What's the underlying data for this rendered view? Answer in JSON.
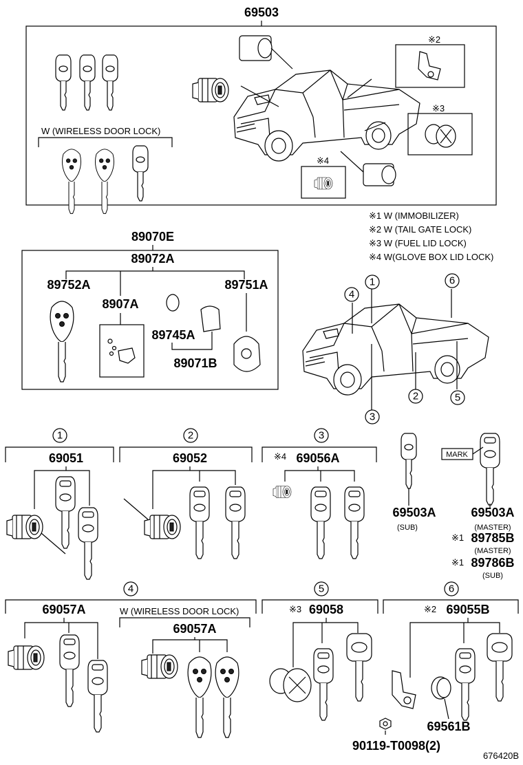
{
  "top_group": {
    "part_number": "69503",
    "wireless_label": "W (WIRELESS DOOR LOCK)",
    "callout_2": "※2",
    "callout_3": "※3",
    "callout_4": "※4"
  },
  "notes": [
    "※1 W (IMMOBILIZER)",
    "※2 W (TAIL GATE LOCK)",
    "※3 W (FUEL LID LOCK)",
    "※4 W(GLOVE BOX LID LOCK)"
  ],
  "remote_group": {
    "outer_part": "89070E",
    "inner_part": "89072A",
    "left_key": "89752A",
    "center_part": "8907A",
    "battery": "89745A",
    "right_fob": "89751A",
    "case_part": "89071B"
  },
  "truck_callouts": [
    "1",
    "2",
    "3",
    "4",
    "5",
    "6"
  ],
  "sets": [
    {
      "index": "1",
      "part": "69051",
      "prefix": ""
    },
    {
      "index": "2",
      "part": "69052",
      "prefix": ""
    },
    {
      "index": "3",
      "part": "69056A",
      "prefix": "※4"
    }
  ],
  "loose_keys": {
    "sub_part": "69503A",
    "sub_label": "(SUB)",
    "master_part": "69503A",
    "master_label": "(MASTER)",
    "mark_label": "MARK",
    "transponder_master": "89785B",
    "transponder_master_label": "(MASTER)",
    "transponder_sub": "89786B",
    "transponder_sub_label": "(SUB)",
    "transponder_prefix": "※1"
  },
  "bottom_sets": {
    "set4_index": "4",
    "set4_part": "69057A",
    "set4_wireless_label": "W (WIRELESS DOOR LOCK)",
    "set4_wireless_part": "69057A",
    "set5_index": "5",
    "set5_prefix": "※3",
    "set5_part": "69058",
    "set6_index": "6",
    "set6_prefix": "※2",
    "set6_part": "69055B",
    "set6_sub_part": "69561B",
    "set6_nut": "90119-T0098(2)"
  },
  "illustration_id": "676420B"
}
